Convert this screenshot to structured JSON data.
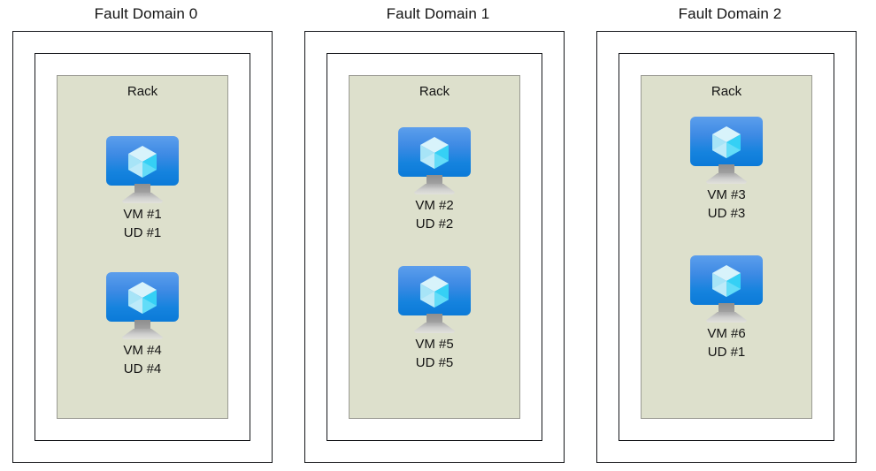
{
  "diagram": {
    "title_prefix": "Fault Domain",
    "rack_label": "Rack",
    "colors": {
      "rack_fill": "#dde0cc",
      "rack_border": "#9a9a92",
      "box_border": "#15161a",
      "vm_blue_top": "#5c9eec",
      "vm_blue_bottom": "#0b7ad8",
      "cube_light": "#d4f2fb",
      "cube_cyan": "#35d0f5",
      "text": "#131313"
    },
    "fault_domains": [
      {
        "title": "Fault Domain 0",
        "rack_label": "Rack",
        "vms": [
          {
            "vm_label": "VM #1",
            "ud_label": "UD #1",
            "icon": "azure-vm-icon"
          },
          {
            "vm_label": "VM #4",
            "ud_label": "UD #4",
            "icon": "azure-vm-icon"
          }
        ]
      },
      {
        "title": "Fault Domain 1",
        "rack_label": "Rack",
        "vms": [
          {
            "vm_label": "VM #2",
            "ud_label": "UD #2",
            "icon": "azure-vm-icon"
          },
          {
            "vm_label": "VM #5",
            "ud_label": "UD #5",
            "icon": "azure-vm-icon"
          }
        ]
      },
      {
        "title": "Fault Domain 2",
        "rack_label": "Rack",
        "vms": [
          {
            "vm_label": "VM #3",
            "ud_label": "UD #3",
            "icon": "azure-vm-icon"
          },
          {
            "vm_label": "VM #6",
            "ud_label": "UD #1",
            "icon": "azure-vm-icon"
          }
        ]
      }
    ]
  }
}
